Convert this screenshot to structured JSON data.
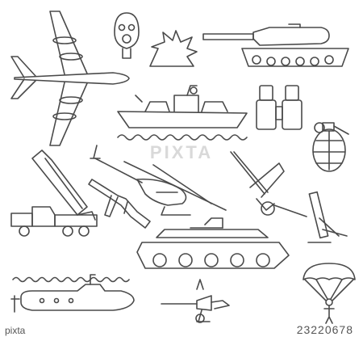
{
  "watermark": {
    "text": "PIXTA"
  },
  "stock": {
    "id": "23220678",
    "brand": "pixta"
  },
  "icons": [
    "airplane-icon",
    "gas-mask-icon",
    "explosion-icon",
    "tank-icon",
    "warship-icon",
    "binoculars-icon",
    "hand-grenade-icon",
    "missile-launcher-truck-icon",
    "helicopter-icon",
    "assault-rifle-icon",
    "artillery-cannon-icon",
    "mortar-icon",
    "armored-vehicle-icon",
    "submarine-icon",
    "machine-gun-icon",
    "paratrooper-icon"
  ],
  "colors": {
    "stroke": "#4a4a4a",
    "background": "#ffffff"
  }
}
